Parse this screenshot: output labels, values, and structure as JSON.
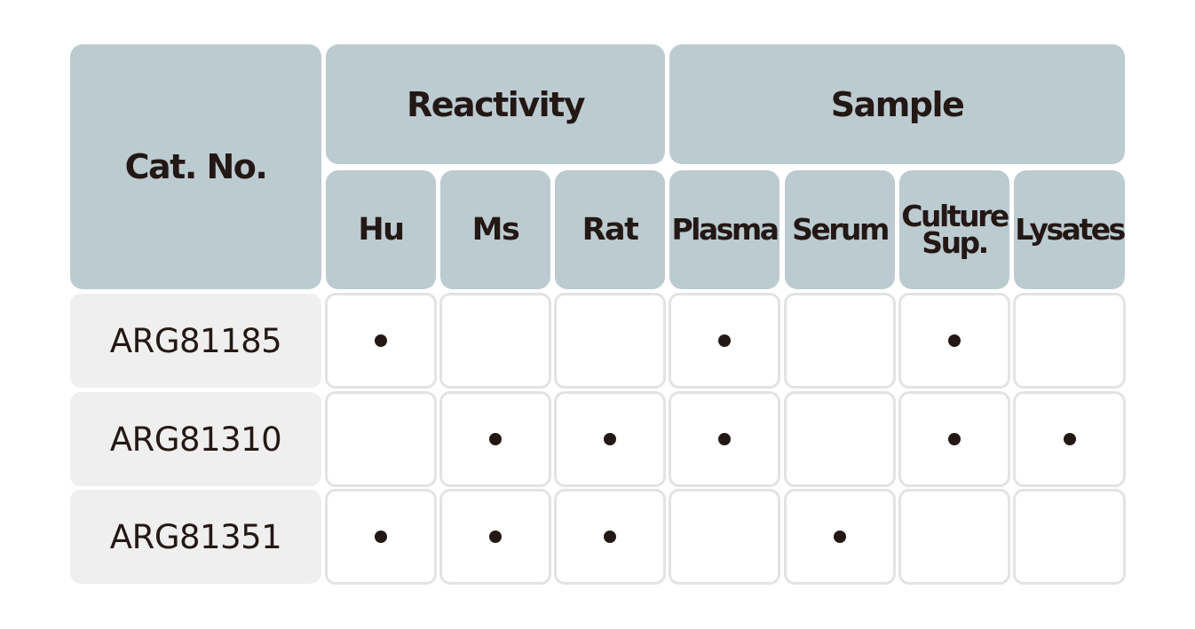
{
  "table": {
    "header": {
      "cat_no": "Cat. No.",
      "groups": [
        "Reactivity",
        "Sample"
      ],
      "columns": [
        "Hu",
        "Ms",
        "Rat",
        "Plasma",
        "Serum",
        "Culture Sup.",
        "Lysates"
      ]
    },
    "rows": [
      {
        "cat_no": "ARG81185",
        "marks": [
          1,
          0,
          0,
          1,
          0,
          1,
          0
        ]
      },
      {
        "cat_no": "ARG81310",
        "marks": [
          0,
          1,
          1,
          1,
          0,
          1,
          1
        ]
      },
      {
        "cat_no": "ARG81351",
        "marks": [
          1,
          1,
          1,
          0,
          1,
          0,
          0
        ]
      }
    ],
    "mark_symbol": "•",
    "colors": {
      "header_bg": "#bccbd0",
      "cat_bg": "#efefef",
      "text": "#231815",
      "cell_border": "#e3e3e3"
    }
  }
}
